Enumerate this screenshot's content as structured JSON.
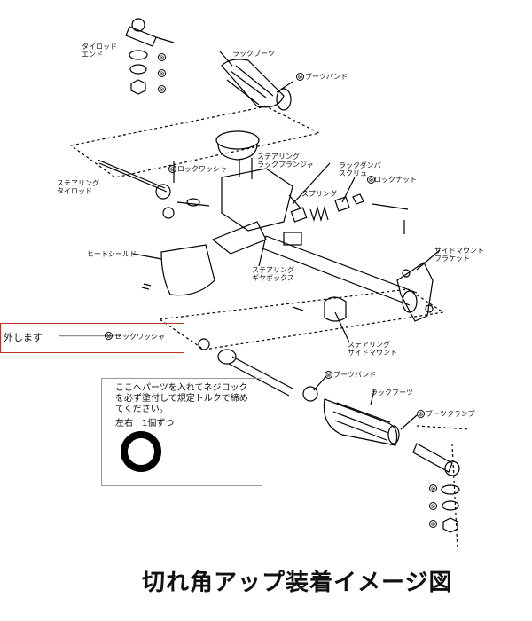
{
  "labels": {
    "tie_rod_end": "タイロッド\nエンド",
    "rack_boot_top": "ラックブーツ",
    "boot_band_top": "ブーツバンド",
    "steering_rack_plunger": "ステアリング\nラックプランジャ",
    "rack_damper_screw": "ラックダンパ\nスクリュ",
    "lock_nut": "ロックナット",
    "steering_tie_rod": "ステアリング\nタイロッド",
    "lock_washer_top": "ロックワッシャ",
    "spring": "スプリング",
    "heat_shield": "ヒートシールド",
    "side_mount_bracket": "サイドマウント\nブラケット",
    "steering_gearbox": "ステアリング\nギヤボックス",
    "steering_side_mount": "ステアリング\nサイドマウント",
    "boot_band_bottom": "ブーツバンド",
    "rack_boot_bottom": "ラックブーツ",
    "boot_clamp": "ブーツクランプ"
  },
  "callout": {
    "remove_text": "外します",
    "arrow": "———————→",
    "lock_washer": "ロックワッシャ"
  },
  "note": {
    "text": "ここへパーツを入れてネジロックを必ず塗付して規定トルクで締めてください。",
    "quantity": "左右　1個ずつ"
  },
  "title": "切れ角アップ装着イメージ図",
  "replace_symbol": "⊗"
}
